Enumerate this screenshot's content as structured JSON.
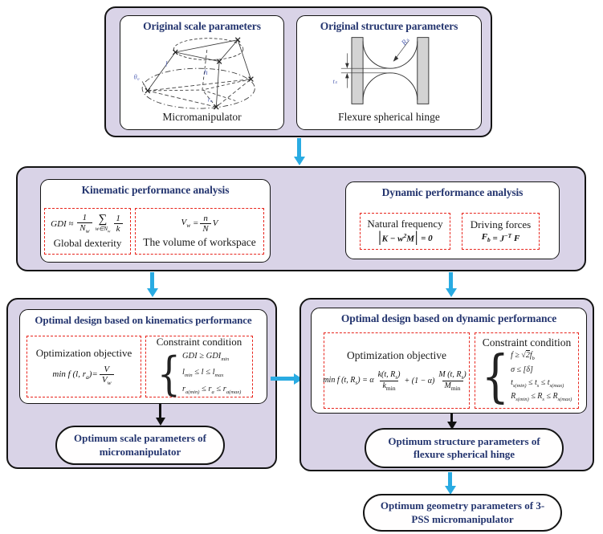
{
  "figure": {
    "top": {
      "scale": {
        "title": "Original scale parameters",
        "caption": "Micromanipulator",
        "label_l": "l",
        "label_h": "h",
        "label_theta": "θ₀",
        "label_ra": "rₐ"
      },
      "structure": {
        "title": "Original structure parameters",
        "caption": "Flexure spherical hinge",
        "label_Rs": "Rₛ",
        "label_ts": "tₛ"
      }
    },
    "kinematic": {
      "title": "Kinematic performance analysis",
      "gdi": {
        "caption": "Global dexterity",
        "lhs": "GDI ≈",
        "f1_num": "1",
        "f1_den": "N",
        "f1_den_sub": "w",
        "sum": "∑",
        "under_pre": "w∈N",
        "under_sub": "w",
        "f2_num": "1",
        "f2_den": "k"
      },
      "vol": {
        "caption": "The volume of workspace",
        "lhs": "V",
        "lhs_sub": "w",
        "eq": "=",
        "num": "n",
        "den": "N",
        "rhs": "V"
      }
    },
    "dynamic": {
      "title": "Dynamic performance analysis",
      "nat": {
        "label": "Natural frequency",
        "bar": "|",
        "pre": "K − w",
        "sup": "2",
        "mid": "M",
        "eq": "= 0"
      },
      "drv": {
        "label": "Driving forces",
        "F": "F",
        "F_sub": "b",
        "eq": "=",
        "J": "J",
        "J_sup": "−T",
        "rhs": "F"
      }
    },
    "kin_design": {
      "title": "Optimal design based on kinematics performance",
      "objective": {
        "label": "Optimization objective",
        "pre": "min f (l, r",
        "pre_sub": "a",
        "pre_close": ")=",
        "num": "V",
        "den": "V",
        "den_sub": "w"
      },
      "constraint": {
        "label": "Constraint condition",
        "brace": "{",
        "l1": "GDI ≥ GDI",
        "l1_sub": "min",
        "l2a": "l",
        "l2a_sub": "min",
        "l2b": " ≤ l ≤ l",
        "l2b_sub": "max",
        "l3a": "r",
        "l3a_sub": "a(min)",
        "l3b": " ≤ r",
        "l3b_sub": "a",
        "l3c": " ≤ r",
        "l3c_sub": "a(max)"
      },
      "output": "Optimum scale parameters of micromanipulator"
    },
    "dyn_design": {
      "title": "Optimal design based on dynamic performance",
      "objective": {
        "label": "Optimization objective",
        "pre": "min f (t, R",
        "pre_sub": "s",
        "pre_close": ") = α",
        "f1_num": "k(t, R",
        "f1_num_sub": "s",
        "f1_num_close": ")",
        "f1_den": "k",
        "f1_den_sub": "min",
        "mid": "+ (1 − α)",
        "f2_num": "M (t, R",
        "f2_num_sub": "s",
        "f2_num_close": ")",
        "f2_den": "M",
        "f2_den_sub": "min"
      },
      "constraint": {
        "label": "Constraint condition",
        "brace": "{",
        "l1a": "f ≥ ",
        "sqrt": "√",
        "rad": "2",
        "l1b": "f",
        "l1b_sub": "b",
        "l2": "σ ≤ [δ]",
        "l3a": "t",
        "l3a_sub": "s(min)",
        "l3b": " ≤ t",
        "l3b_sub": "s",
        "l3c": " ≤ t",
        "l3c_sub": "s(max)",
        "l4a": "R",
        "l4a_sub": "s(min)",
        "l4b": " ≤ R",
        "l4b_sub": "s",
        "l4c": " ≤ R",
        "l4c_sub": "s(max)"
      },
      "output": "Optimum structure parameters of flexure spherical hinge"
    },
    "final_output": "Optimum geometry parameters of 3-PSS micromanipulator"
  }
}
